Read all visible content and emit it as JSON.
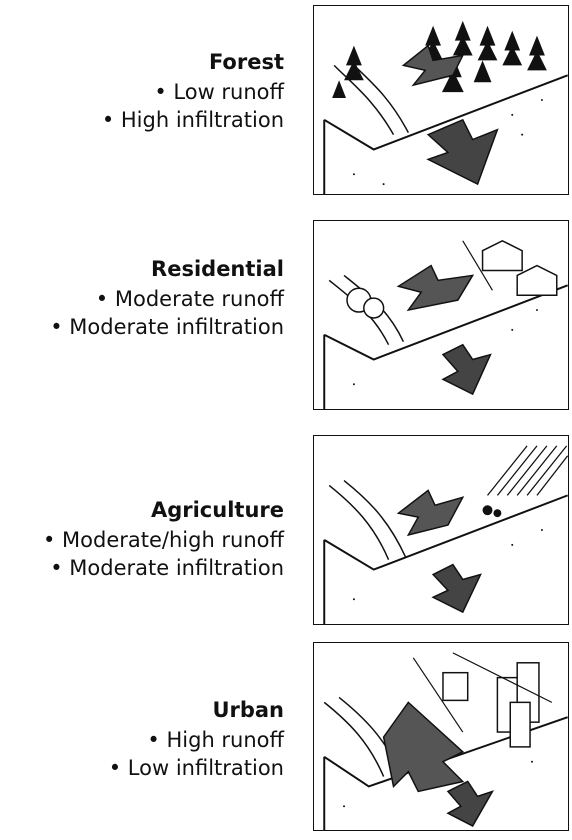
{
  "rows": [
    {
      "title": "Forest",
      "runoff": "Low runoff",
      "infiltration": "High infiltration"
    },
    {
      "title": "Residential",
      "runoff": "Moderate runoff",
      "infiltration": "Moderate infiltration"
    },
    {
      "title": "Agriculture",
      "runoff": "Moderate/high runoff",
      "infiltration": "Moderate infiltration"
    },
    {
      "title": "Urban",
      "runoff": "High runoff",
      "infiltration": "Low infiltration"
    }
  ],
  "bullet": "•"
}
